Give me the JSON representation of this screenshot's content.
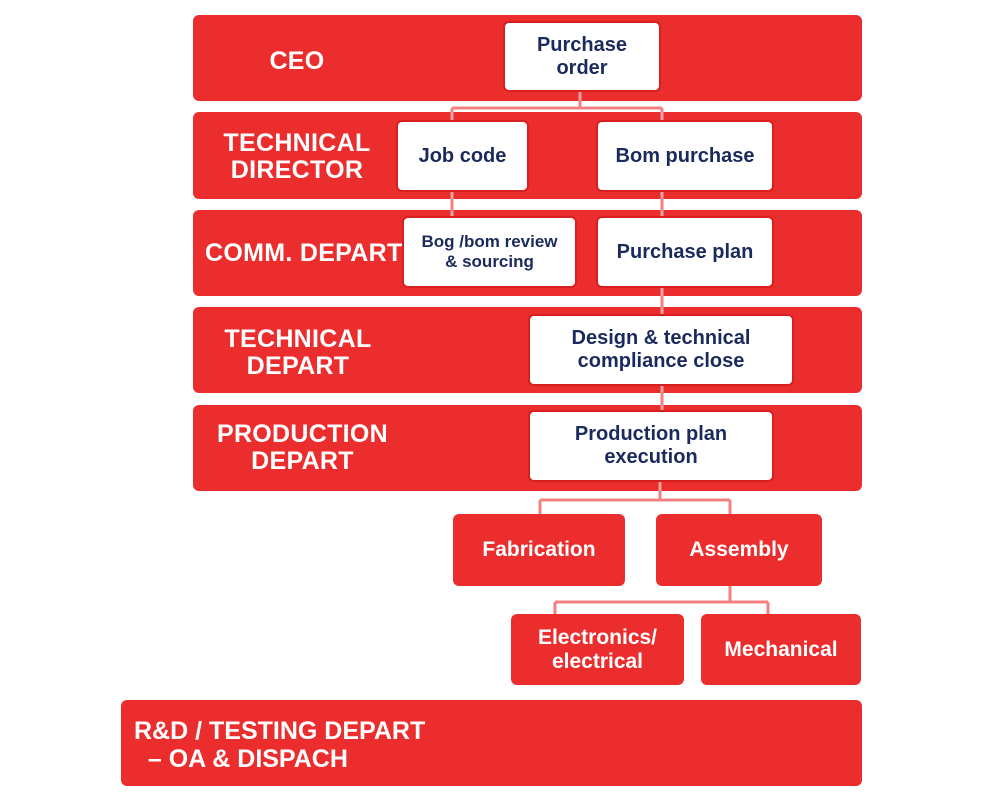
{
  "colors": {
    "band": "#ec2d2d",
    "box_text": "#1b2a5c",
    "box_fill": "#ffffff",
    "connector": "#f28080"
  },
  "rows": {
    "ceo": "CEO",
    "technical_director": "TECHNICAL\nDIRECTOR",
    "comm_depart": "COMM. DEPART",
    "technical_depart": "TECHNICAL\nDEPART",
    "production_depart": "PRODUCTION\nDEPART"
  },
  "boxes": {
    "purchase_order": "Purchase\norder",
    "job_code": "Job code",
    "bom_purchase": "Bom purchase",
    "bog_bom_review": "Bog /bom review\n& sourcing",
    "purchase_plan": "Purchase plan",
    "design_compliance": "Design & technical\ncompliance close",
    "production_plan": "Production plan\nexecution"
  },
  "sub": {
    "fabrication": "Fabrication",
    "assembly": "Assembly",
    "electronics": "Electronics/\nelectrical",
    "mechanical": "Mechanical"
  },
  "footer": "R&D / TESTING DEPART\n  – OA & DISPACH"
}
